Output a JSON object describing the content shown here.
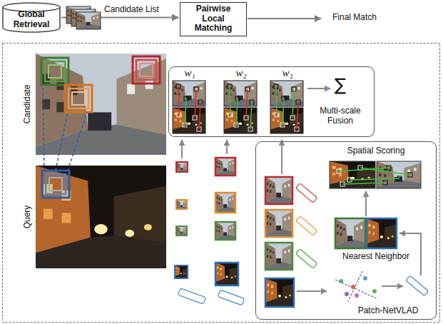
{
  "diagram": {
    "nodes": [
      {
        "text": [
          "Global Retrieval"
        ]
      },
      {
        "text": [
          "Pairwise Local Matching"
        ]
      },
      {
        "text": [
          "Final Match"
        ]
      },
      {
        "text": [
          "w₁",
          "w₂",
          "w₃",
          "∑",
          "Multi-scale Fusion"
        ]
      },
      {
        "text": [
          "Spatial Scoring",
          "Nearest Neighbor",
          "Patch-NetVLAD"
        ]
      }
    ],
    "edges": [
      {
        "from": 0,
        "to": 1,
        "arrow": "to",
        "label": "Candidate List"
      },
      {
        "from": 1,
        "to": 2,
        "arrow": "to"
      }
    ],
    "labels": [
      "Candidate",
      "Query"
    ]
  }
}
